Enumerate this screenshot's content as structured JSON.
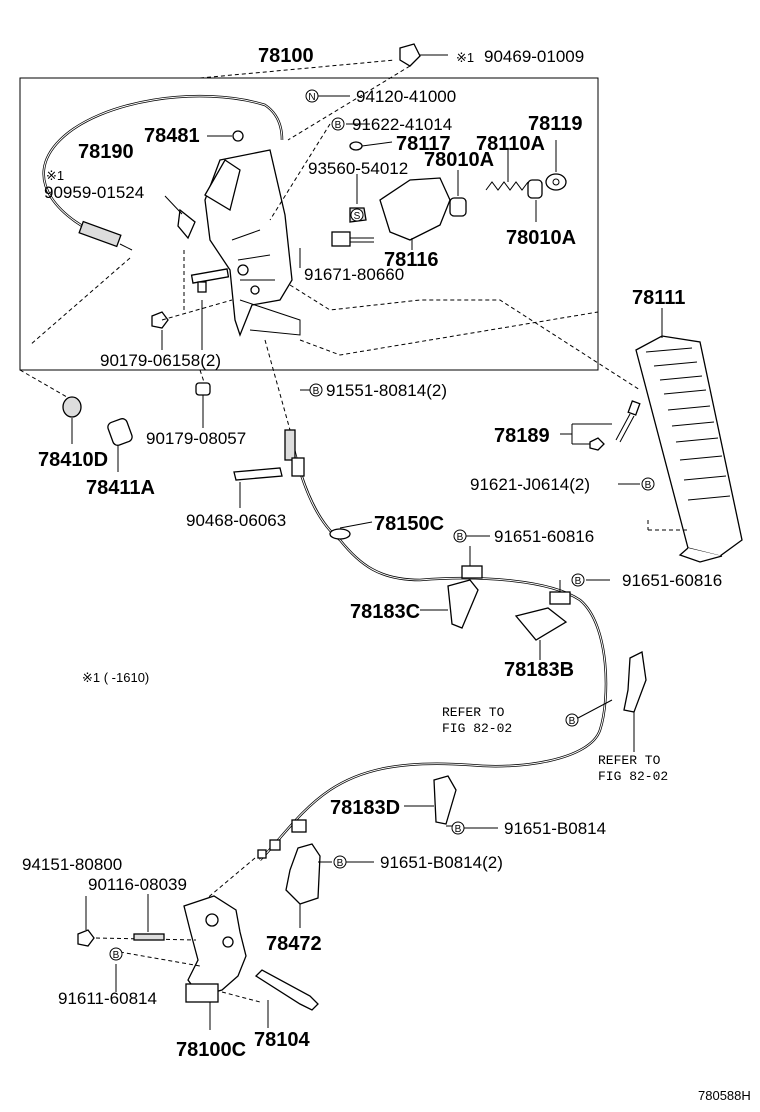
{
  "labels": {
    "p78100": "78100",
    "p90469": "90469-01009",
    "p94120": "94120-41000",
    "p91622": "91622-41014",
    "p78119": "78119",
    "p78117": "78117",
    "p78110A": "78110A",
    "p78481": "78481",
    "p78190": "78190",
    "p93560": "93560-54012",
    "p78010A_top": "78010A",
    "p90959": "90959-01524",
    "p78116": "78116",
    "p78010A_bot": "78010A",
    "p91671": "91671-80660",
    "p78111": "78111",
    "p90179_06158": "90179-06158(2)",
    "p91551": "91551-80814(2)",
    "p78189": "78189",
    "p90179_08057": "90179-08057",
    "p78410D": "78410D",
    "p78411A": "78411A",
    "p91621": "91621-J0614(2)",
    "p90468": "90468-06063",
    "p78150C": "78150C",
    "p91651_60816_a": "91651-60816",
    "p91651_60816_b": "91651-60816",
    "p78183C": "78183C",
    "p78183B": "78183B",
    "note_range": "※1 (        -1610)",
    "refer1_a": "REFER TO",
    "refer1_b": "FIG 82-02",
    "refer2_a": "REFER TO",
    "refer2_b": "FIG 82-02",
    "p78183D": "78183D",
    "p91651_B0814": "91651-B0814",
    "p94151": "94151-80800",
    "p90116": "90116-08039",
    "p91651_B0814_2": "91651-B0814(2)",
    "p78472": "78472",
    "p91611": "91611-60814",
    "p78100C": "78100C",
    "p78104": "78104",
    "fig_id": "780588H"
  },
  "symbols": {
    "mark_x1": "※1",
    "n": "N",
    "b": "B",
    "s": "S"
  }
}
